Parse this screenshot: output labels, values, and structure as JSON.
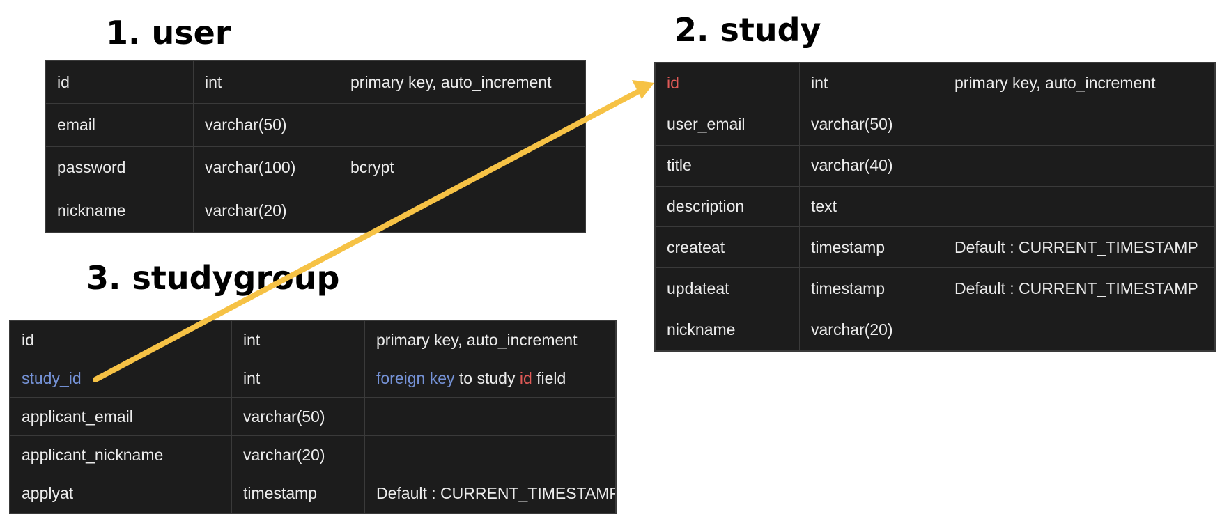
{
  "headings": {
    "user": "1. user",
    "study": "2. study",
    "studygroup": "3. studygroup"
  },
  "user_table": {
    "rows": [
      [
        "id",
        "int",
        "primary key, auto_increment"
      ],
      [
        "email",
        "varchar(50)",
        ""
      ],
      [
        "password",
        "varchar(100)",
        "bcrypt"
      ],
      [
        "nickname",
        "varchar(20)",
        ""
      ]
    ]
  },
  "study_table": {
    "rows": [
      [
        "id",
        "int",
        "primary key, auto_increment"
      ],
      [
        "user_email",
        "varchar(50)",
        ""
      ],
      [
        "title",
        "varchar(40)",
        ""
      ],
      [
        "description",
        "text",
        ""
      ],
      [
        "createat",
        "timestamp",
        "Default : CURRENT_TIMESTAMP"
      ],
      [
        "updateat",
        "timestamp",
        "Default : CURRENT_TIMESTAMP"
      ],
      [
        "nickname",
        "varchar(20)",
        ""
      ]
    ]
  },
  "studygroup_table": {
    "rows": [
      [
        "id",
        "int",
        "primary key, auto_increment"
      ],
      [
        "study_id",
        "int",
        ""
      ],
      [
        "applicant_email",
        "varchar(50)",
        ""
      ],
      [
        "applicant_nickname",
        "varchar(20)",
        ""
      ],
      [
        "applyat",
        "timestamp",
        "Default : CURRENT_TIMESTAMP"
      ]
    ],
    "fk_note": {
      "part1": "foreign key",
      "part2": " to study ",
      "part3": "id",
      "part4": " field"
    }
  },
  "colors": {
    "table_bg": "#1c1c1c",
    "table_border": "#3a3a3a",
    "text": "#ececec",
    "link_blue": "#7592d6",
    "key_red": "#e05a57",
    "arrow": "#f6c245"
  }
}
